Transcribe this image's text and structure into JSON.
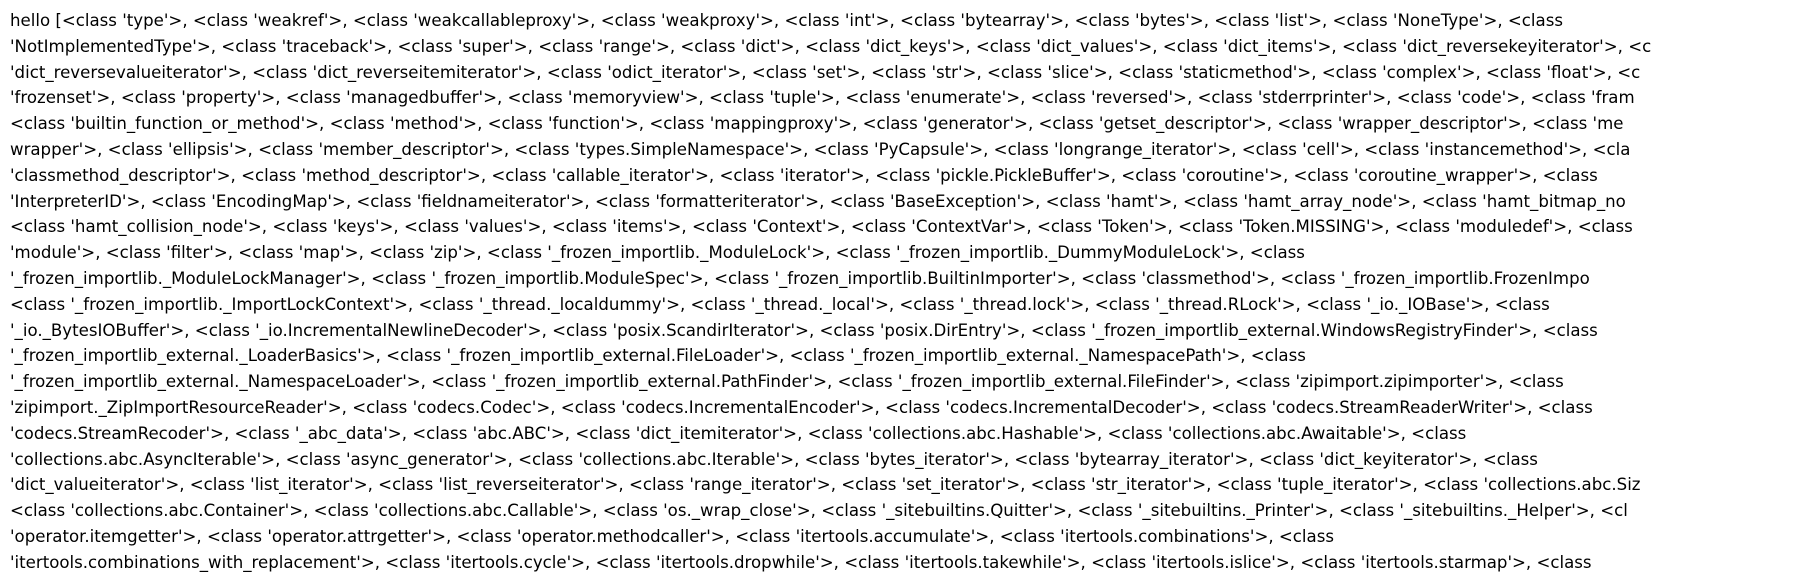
{
  "output": {
    "lines": [
      "hello [<class 'type'>, <class 'weakref'>, <class 'weakcallableproxy'>, <class 'weakproxy'>, <class 'int'>, <class 'bytearray'>, <class 'bytes'>, <class 'list'>, <class 'NoneType'>, <class",
      "'NotImplementedType'>, <class 'traceback'>, <class 'super'>, <class 'range'>, <class 'dict'>, <class 'dict_keys'>, <class 'dict_values'>, <class 'dict_items'>, <class 'dict_reversekeyiterator'>, <c",
      "'dict_reversevalueiterator'>, <class 'dict_reverseitemiterator'>, <class 'odict_iterator'>, <class 'set'>, <class 'str'>, <class 'slice'>, <class 'staticmethod'>, <class 'complex'>, <class 'float'>, <c",
      "'frozenset'>, <class 'property'>, <class 'managedbuffer'>, <class 'memoryview'>, <class 'tuple'>, <class 'enumerate'>, <class 'reversed'>, <class 'stderrprinter'>, <class 'code'>, <class 'fram",
      "<class 'builtin_function_or_method'>, <class 'method'>, <class 'function'>, <class 'mappingproxy'>, <class 'generator'>, <class 'getset_descriptor'>, <class 'wrapper_descriptor'>, <class 'me",
      "wrapper'>, <class 'ellipsis'>, <class 'member_descriptor'>, <class 'types.SimpleNamespace'>, <class 'PyCapsule'>, <class 'longrange_iterator'>, <class 'cell'>, <class 'instancemethod'>, <cla",
      "'classmethod_descriptor'>, <class 'method_descriptor'>, <class 'callable_iterator'>, <class 'iterator'>, <class 'pickle.PickleBuffer'>, <class 'coroutine'>, <class 'coroutine_wrapper'>, <class",
      "'InterpreterID'>, <class 'EncodingMap'>, <class 'fieldnameiterator'>, <class 'formatteriterator'>, <class 'BaseException'>, <class 'hamt'>, <class 'hamt_array_node'>, <class 'hamt_bitmap_no",
      "<class 'hamt_collision_node'>, <class 'keys'>, <class 'values'>, <class 'items'>, <class 'Context'>, <class 'ContextVar'>, <class 'Token'>, <class 'Token.MISSING'>, <class 'moduledef'>, <class",
      "'module'>, <class 'filter'>, <class 'map'>, <class 'zip'>, <class '_frozen_importlib._ModuleLock'>, <class '_frozen_importlib._DummyModuleLock'>, <class",
      "'_frozen_importlib._ModuleLockManager'>, <class '_frozen_importlib.ModuleSpec'>, <class '_frozen_importlib.BuiltinImporter'>, <class 'classmethod'>, <class '_frozen_importlib.FrozenImpo",
      "<class '_frozen_importlib._ImportLockContext'>, <class '_thread._localdummy'>, <class '_thread._local'>, <class '_thread.lock'>, <class '_thread.RLock'>, <class '_io._IOBase'>, <class",
      "'_io._BytesIOBuffer'>, <class '_io.IncrementalNewlineDecoder'>, <class 'posix.ScandirIterator'>, <class 'posix.DirEntry'>, <class '_frozen_importlib_external.WindowsRegistryFinder'>, <class",
      "'_frozen_importlib_external._LoaderBasics'>, <class '_frozen_importlib_external.FileLoader'>, <class '_frozen_importlib_external._NamespacePath'>, <class",
      "'_frozen_importlib_external._NamespaceLoader'>, <class '_frozen_importlib_external.PathFinder'>, <class '_frozen_importlib_external.FileFinder'>, <class 'zipimport.zipimporter'>, <class",
      "'zipimport._ZipImportResourceReader'>, <class 'codecs.Codec'>, <class 'codecs.IncrementalEncoder'>, <class 'codecs.IncrementalDecoder'>, <class 'codecs.StreamReaderWriter'>, <class",
      "'codecs.StreamRecoder'>, <class '_abc_data'>, <class 'abc.ABC'>, <class 'dict_itemiterator'>, <class 'collections.abc.Hashable'>, <class 'collections.abc.Awaitable'>, <class",
      "'collections.abc.AsyncIterable'>, <class 'async_generator'>, <class 'collections.abc.Iterable'>, <class 'bytes_iterator'>, <class 'bytearray_iterator'>, <class 'dict_keyiterator'>, <class",
      "'dict_valueiterator'>, <class 'list_iterator'>, <class 'list_reverseiterator'>, <class 'range_iterator'>, <class 'set_iterator'>, <class 'str_iterator'>, <class 'tuple_iterator'>, <class 'collections.abc.Siz",
      "<class 'collections.abc.Container'>, <class 'collections.abc.Callable'>, <class 'os._wrap_close'>, <class '_sitebuiltins.Quitter'>, <class '_sitebuiltins._Printer'>, <class '_sitebuiltins._Helper'>, <cl",
      "'operator.itemgetter'>, <class 'operator.attrgetter'>, <class 'operator.methodcaller'>, <class 'itertools.accumulate'>, <class 'itertools.combinations'>, <class",
      "'itertools.combinations_with_replacement'>, <class 'itertools.cycle'>, <class 'itertools.dropwhile'>, <class 'itertools.takewhile'>, <class 'itertools.islice'>, <class 'itertools.starmap'>, <class"
    ]
  }
}
